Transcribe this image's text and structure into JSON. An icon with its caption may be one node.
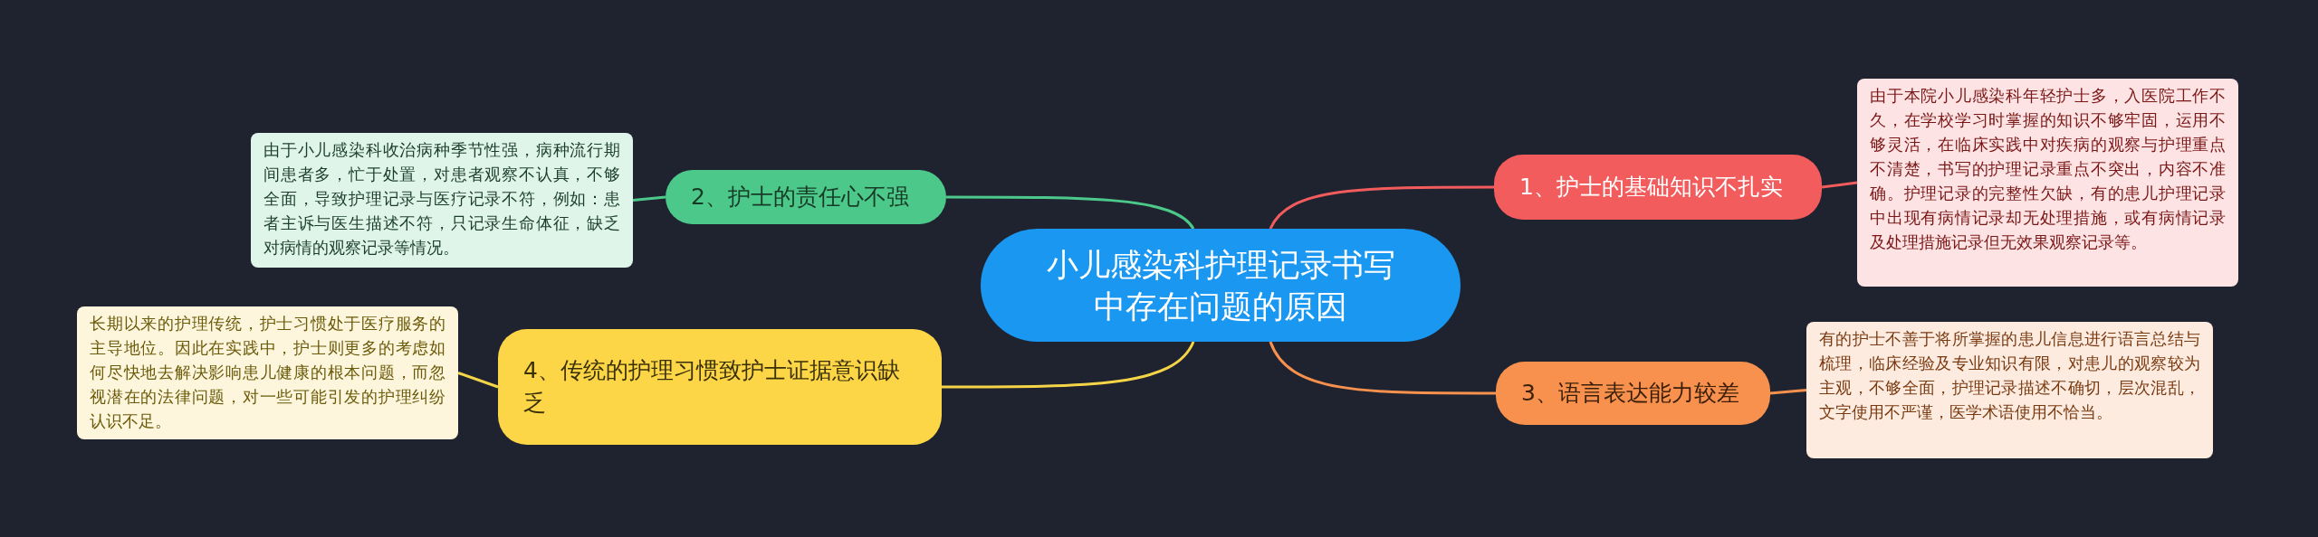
{
  "diagram": {
    "nodes": [
      {
        "text": [
          "小儿感染科护理记录书写中存在问题的原因"
        ]
      },
      {
        "text": [
          "1、护士的基础知识不扎实"
        ]
      },
      {
        "text": [
          "由于本院小儿感染科年轻护士多，入医院工作不久，在学校学习时掌握的知识不够牢固，运用不够灵活，在临床实践中对疾病的观察与护理重点不清楚，书写的护理记录重点不突出，内容不准确。护理记录的完整性欠缺，有的患儿护理记录中出现有病情记录却无处理措施，或有病情记录及处理措施记录但无效果观察记录等。"
        ]
      },
      {
        "text": [
          "2、护士的责任心不强"
        ]
      },
      {
        "text": [
          "由于小儿感染科收治病种季节性强，病种流行期间患者多，忙于处置，对患者观察不认真，不够全面，导致护理记录与医疗记录不符，例如：患者主诉与医生描述不符，只记录生命体征，缺乏对病情的观察记录等情况。"
        ]
      },
      {
        "text": [
          "3、语言表达能力较差"
        ]
      },
      {
        "text": [
          "有的护士不善于将所掌握的患儿信息进行语言总结与梳理，临床经验及专业知识有限，对患儿的观察较为主观，不够全面，护理记录描述不确切，层次混乱，文字使用不严谨，医学术语使用不恰当。"
        ]
      },
      {
        "text": [
          "4、传统的护理习惯致护士证据意识缺乏"
        ]
      },
      {
        "text": [
          "长期以来的护理传统，护士习惯处于医疗服务的主导地位。因此在实践中，护士则更多的考虑如何尽快地去解决影响患儿健康的根本问题，而忽视潜在的法律问题，对一些可能引发的护理纠纷认识不足。"
        ]
      }
    ],
    "edges": [
      {
        "from": 0,
        "to": 1,
        "arrow": "none",
        "color": "#f25c5c"
      },
      {
        "from": 1,
        "to": 2,
        "arrow": "none",
        "color": "#f25c5c"
      },
      {
        "from": 0,
        "to": 3,
        "arrow": "none",
        "color": "#4cc98a"
      },
      {
        "from": 3,
        "to": 4,
        "arrow": "none",
        "color": "#4cc98a"
      },
      {
        "from": 0,
        "to": 5,
        "arrow": "none",
        "color": "#f7914d"
      },
      {
        "from": 5,
        "to": 6,
        "arrow": "none",
        "color": "#f7914d"
      },
      {
        "from": 0,
        "to": 7,
        "arrow": "none",
        "color": "#f5d547"
      },
      {
        "from": 7,
        "to": 8,
        "arrow": "none",
        "color": "#f5d547"
      }
    ]
  }
}
